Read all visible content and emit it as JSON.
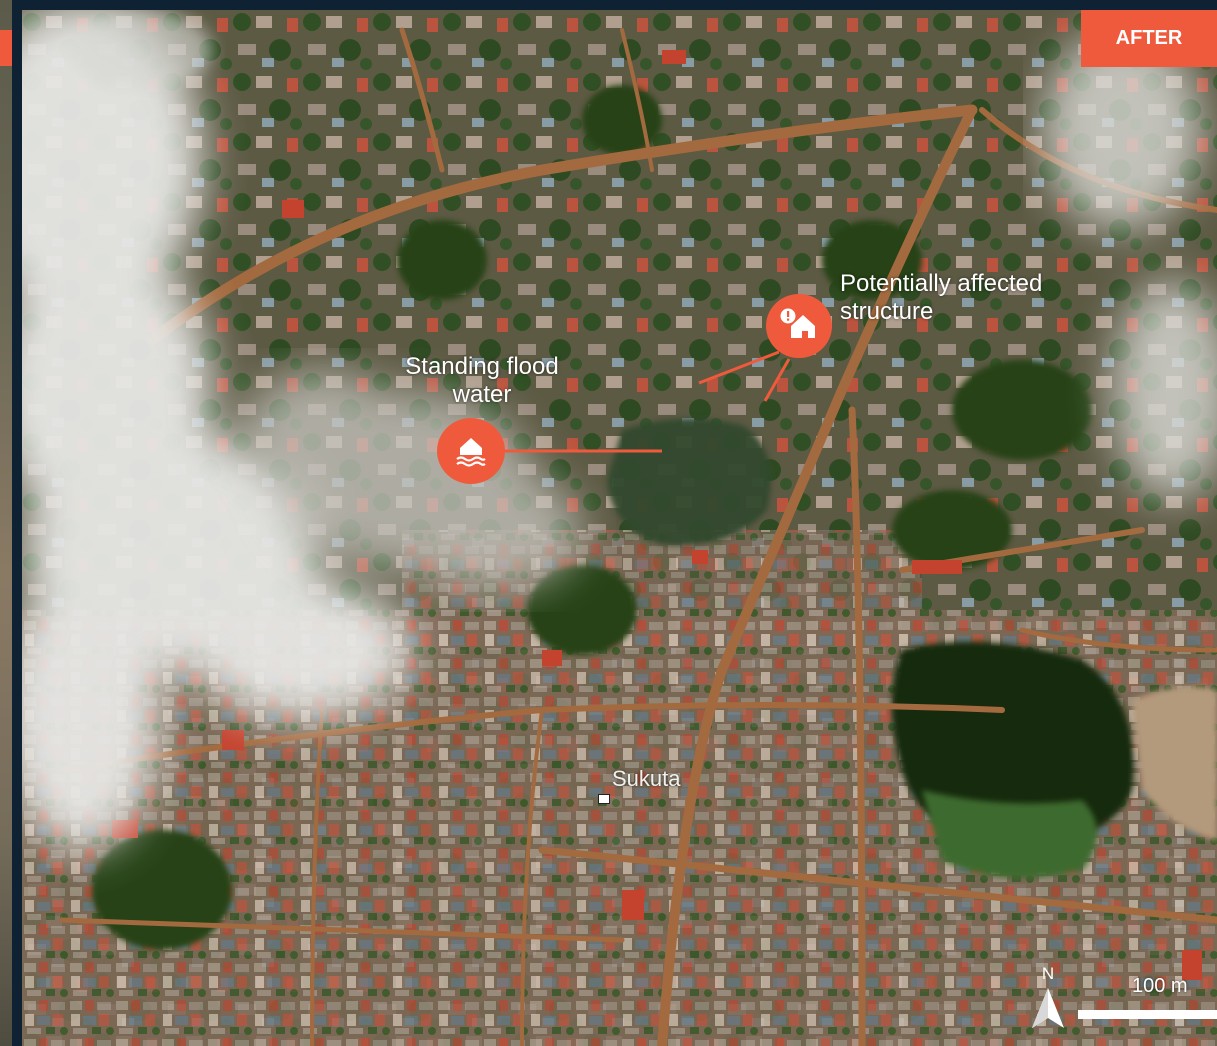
{
  "panel_label": "AFTER",
  "annotations": {
    "flood": {
      "line1": "Standing flood",
      "line2": "water",
      "icon": "flooded-house-icon"
    },
    "structure": {
      "line1": "Potentially affected",
      "line2": "structure",
      "icon": "alert-house-icon"
    }
  },
  "place": {
    "name": "Sukuta"
  },
  "north_arrow": {
    "label": "N"
  },
  "scale": {
    "label": "100 m"
  },
  "colors": {
    "accent": "#f05a3c",
    "frame": "#0f2233",
    "vegetation": "#2f4e22",
    "roofs": "#8a7060",
    "roads": "#a46a40",
    "cloud": "#e8e8e6"
  }
}
